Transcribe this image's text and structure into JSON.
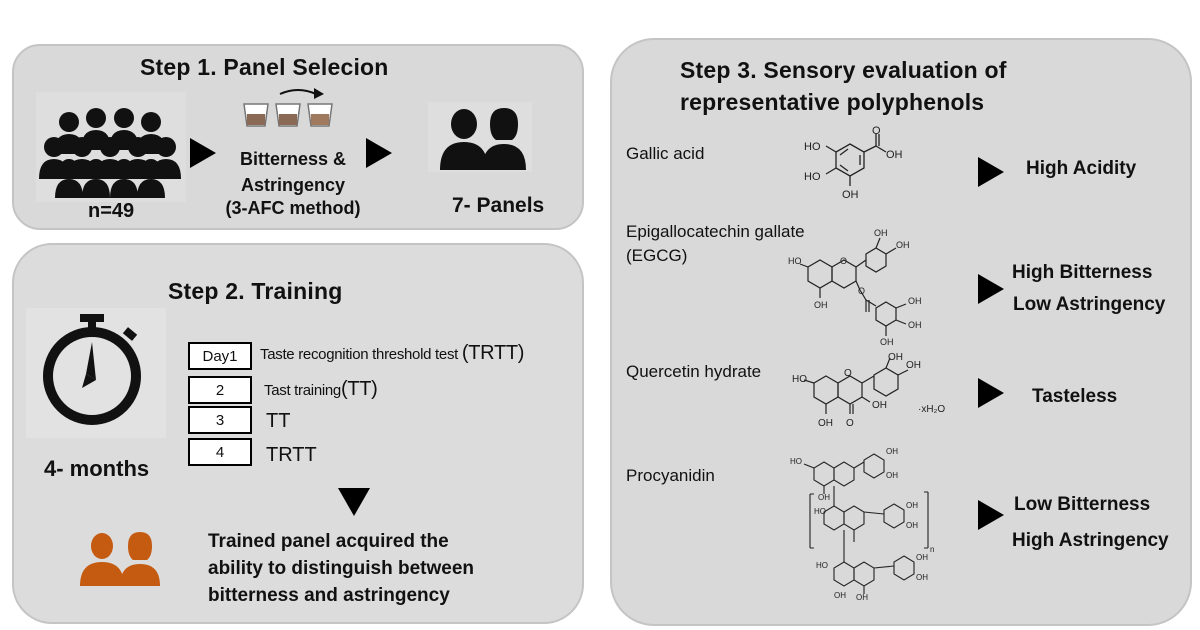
{
  "step1": {
    "title": "Step 1. Panel Selecion",
    "n_label": "n=49",
    "test_label_1": "Bitterness &",
    "test_label_2": "Astringency",
    "test_label_3": "(3-AFC method)",
    "result_label": "7- Panels"
  },
  "step2": {
    "title": "Step 2. Training",
    "duration_label": "4- months",
    "schedule": [
      {
        "day": "Day1",
        "activity": "Taste recognition threshold test ",
        "abbr": "(TRTT)"
      },
      {
        "day": "2",
        "activity": "Tast training",
        "abbr": "(TT)"
      },
      {
        "day": "3",
        "activity": "",
        "abbr": "TT"
      },
      {
        "day": "4",
        "activity": "",
        "abbr": "TRTT"
      }
    ],
    "outcome_1": "Trained panel acquired the",
    "outcome_2": "ability to distinguish between",
    "outcome_3": "bitterness and astringency",
    "icon_color": "#c55a11"
  },
  "step3": {
    "title_1": "Step 3. Sensory evaluation of",
    "title_2": "representative polyphenols",
    "compounds": [
      {
        "name_1": "Gallic acid",
        "name_2": "",
        "result_1": "High Acidity",
        "result_2": ""
      },
      {
        "name_1": "Epigallocatechin  gallate",
        "name_2": "(EGCG)",
        "result_1": "High Bitterness",
        "result_2": "Low Astringency"
      },
      {
        "name_1": "Quercetin hydrate",
        "name_2": "",
        "result_1": "Tasteless",
        "result_2": ""
      },
      {
        "name_1": "Procyanidin",
        "name_2": "",
        "result_1": "Low Bitterness",
        "result_2": "High Astringency"
      }
    ],
    "chem_labels": {
      "ho": "HO",
      "oh": "OH",
      "o": "O",
      "hydrate": "·xH₂O",
      "n": "n"
    }
  }
}
